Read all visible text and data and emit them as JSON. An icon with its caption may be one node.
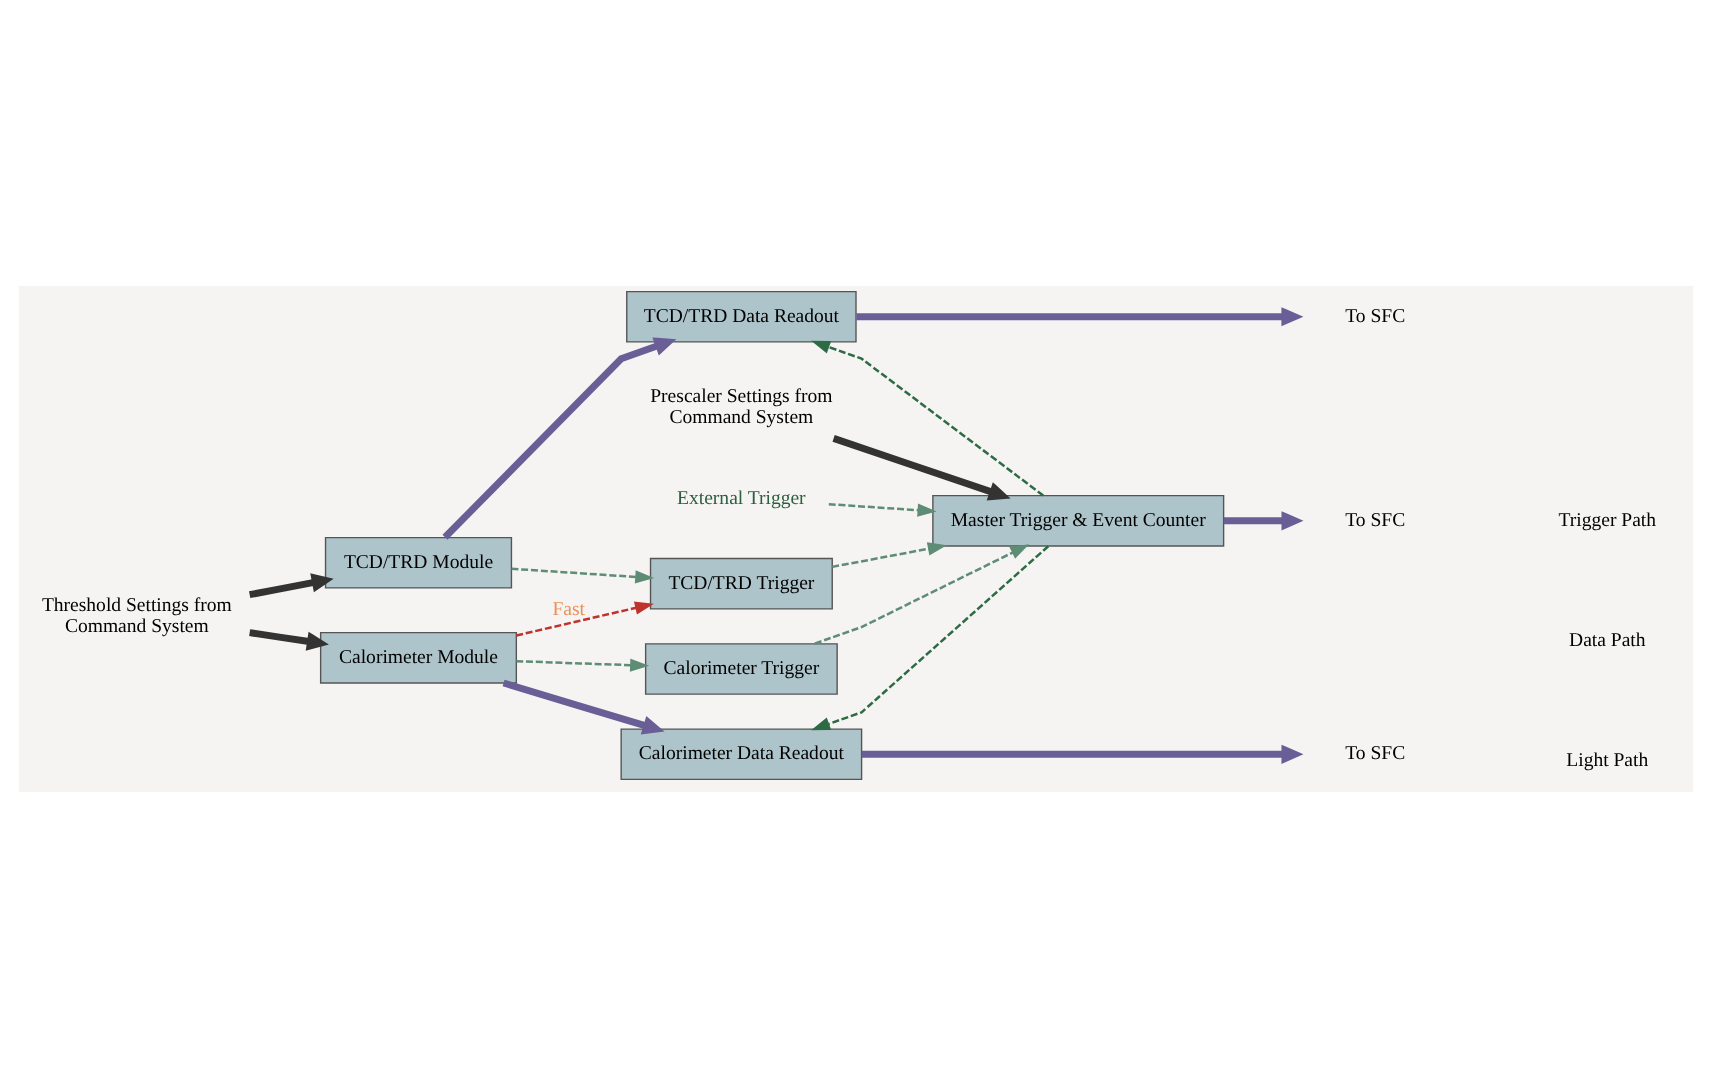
{
  "diagram": {
    "nodes": [
      {
        "text": [
          "TCD/TRD Data Readout"
        ]
      },
      {
        "text": [
          "TCD/TRD Module"
        ]
      },
      {
        "text": [
          "TCD/TRD Trigger"
        ]
      },
      {
        "text": [
          "Master Trigger & Event Counter"
        ]
      },
      {
        "text": [
          "Calorimeter Module"
        ]
      },
      {
        "text": [
          "Calorimeter Trigger"
        ]
      },
      {
        "text": [
          "Calorimeter Data Readout"
        ]
      },
      {
        "text": [
          "To SFC"
        ]
      },
      {
        "text": [
          "To SFC"
        ]
      },
      {
        "text": [
          "To SFC"
        ]
      },
      {
        "text": [
          "Threshold Settings from Command System"
        ]
      },
      {
        "text": [
          "Prescaler Settings from Command System"
        ]
      },
      {
        "text": [
          "External Trigger"
        ]
      }
    ],
    "edges": [
      {
        "from": 1,
        "to": 0,
        "arrow": "to",
        "style": "thick",
        "color": "#6a5e96"
      },
      {
        "from": 1,
        "to": 2,
        "arrow": "to",
        "style": "dashed",
        "color": "#5e8c74"
      },
      {
        "from": 4,
        "to": 2,
        "arrow": "to",
        "style": "dashed",
        "color": "#c0322e",
        "label": "Fast"
      },
      {
        "from": 4,
        "to": 5,
        "arrow": "to",
        "style": "dashed",
        "color": "#5e8c74"
      },
      {
        "from": 4,
        "to": 6,
        "arrow": "to",
        "style": "thick",
        "color": "#6a5e96"
      },
      {
        "from": 2,
        "to": 3,
        "arrow": "to",
        "style": "dashed",
        "color": "#5e8c74"
      },
      {
        "from": 5,
        "to": 3,
        "arrow": "to",
        "style": "dashed",
        "color": "#5e8c74"
      },
      {
        "from": 3,
        "to": 0,
        "arrow": "to",
        "style": "dashed",
        "color": "#2e6b45"
      },
      {
        "from": 3,
        "to": 6,
        "arrow": "to",
        "style": "dashed",
        "color": "#2e6b45"
      },
      {
        "from": 0,
        "to": 7,
        "arrow": "to",
        "style": "thick",
        "color": "#6a5e96"
      },
      {
        "from": 3,
        "to": 8,
        "arrow": "to",
        "style": "thick",
        "color": "#6a5e96"
      },
      {
        "from": 6,
        "to": 9,
        "arrow": "to",
        "style": "thick",
        "color": "#6a5e96"
      },
      {
        "from": 10,
        "to": 1,
        "arrow": "to",
        "style": "thick",
        "color": "#333333"
      },
      {
        "from": 10,
        "to": 4,
        "arrow": "to",
        "style": "thick",
        "color": "#333333"
      },
      {
        "from": 11,
        "to": 3,
        "arrow": "to",
        "style": "thick",
        "color": "#333333"
      },
      {
        "from": 12,
        "to": 3,
        "arrow": "to",
        "style": "dashed",
        "color": "#5e8c74"
      }
    ],
    "legend": [
      {
        "text": "Trigger Path"
      },
      {
        "text": "Data Path"
      },
      {
        "text": "Light Path"
      }
    ]
  }
}
